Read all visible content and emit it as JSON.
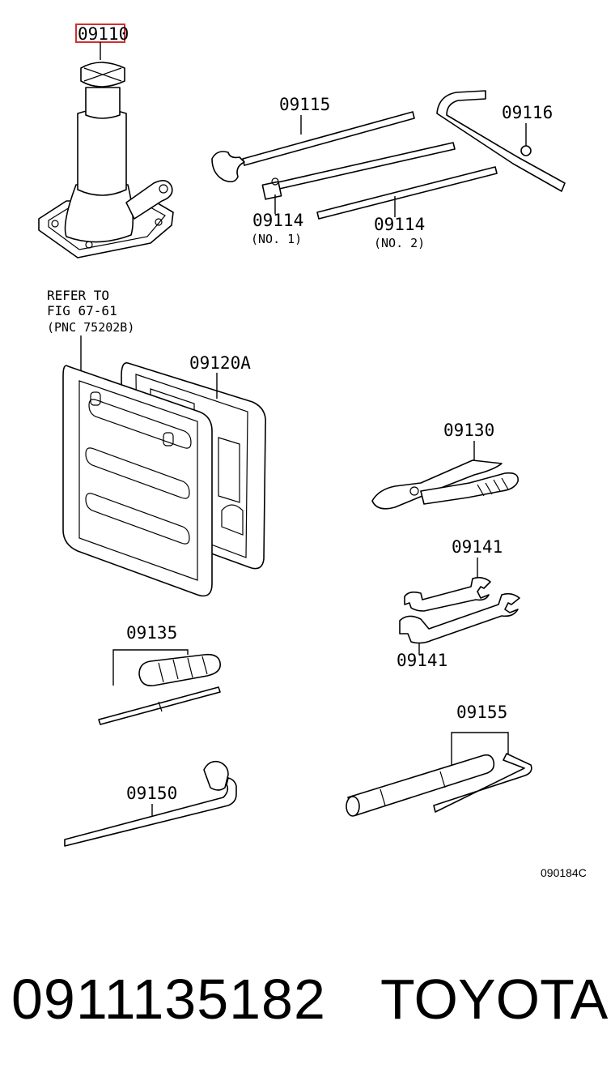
{
  "diagram": {
    "highlight_color": "#d03030",
    "callouts": {
      "jack": "09110",
      "jack_handle": "09115",
      "lock_wrench": "09116",
      "extension_no1": "09114",
      "extension_no1_sub": "(NO. 1)",
      "extension_no2": "09114",
      "extension_no2_sub": "(NO. 2)",
      "tool_bag": "09120A",
      "pliers": "09130",
      "wrench_upper": "09141",
      "wrench_lower": "09141",
      "screwdriver": "09135",
      "hub_nut_wrench": "09150",
      "plug_wrench": "09155"
    },
    "refer_note": {
      "line1": "REFER TO",
      "line2": "FIG 67-61",
      "line3": "(PNC 75202B)"
    },
    "figure_code": "090184C"
  },
  "footer": {
    "part_number": "0911135182",
    "brand": "TOYOTA"
  }
}
